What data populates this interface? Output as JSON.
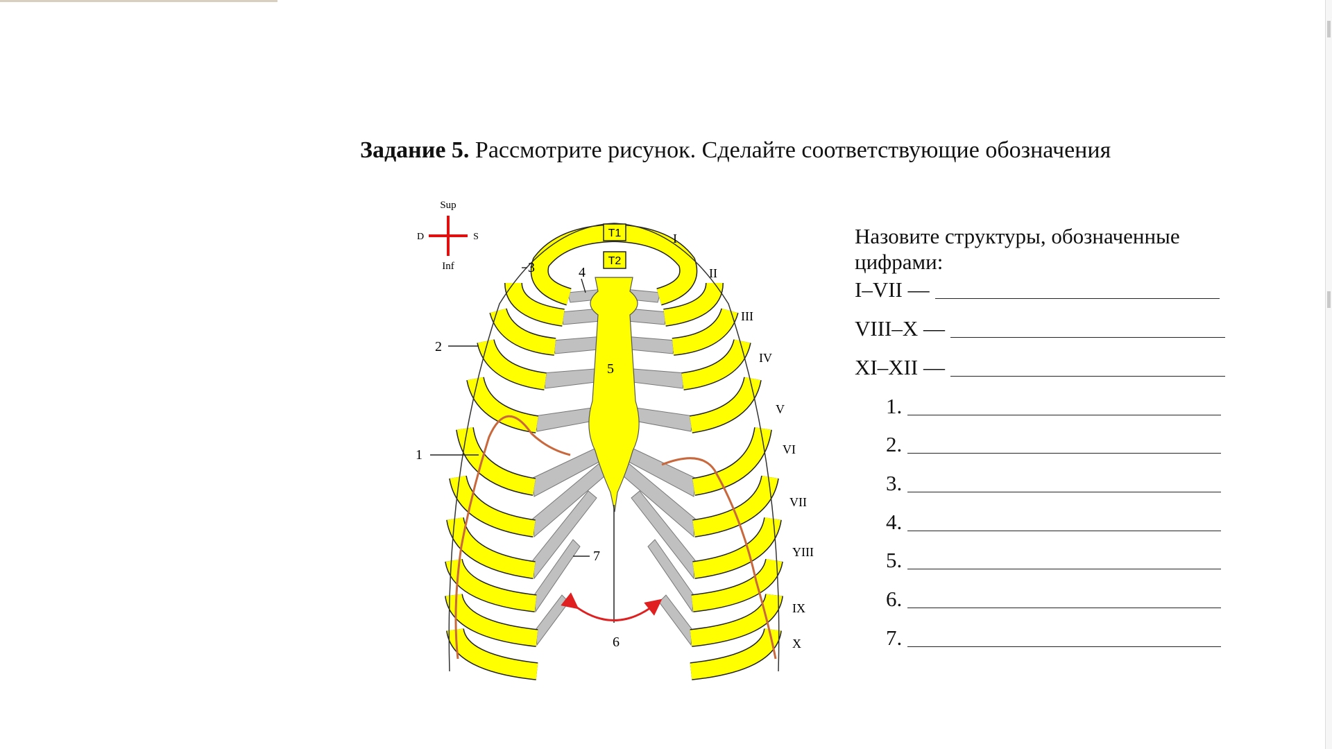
{
  "task": {
    "heading": "Задание 5.",
    "text": " Рассмотрите рисунок. Сделайте соответствующие обозначения"
  },
  "figure": {
    "orientation": {
      "sup": "Sup",
      "inf": "Inf",
      "left": "D",
      "right": "S"
    },
    "vertebra_labels": [
      "T1",
      "T2"
    ],
    "rib_numerals": [
      "I",
      "II",
      "III",
      "IV",
      "V",
      "VI",
      "VII",
      "YIII",
      "IX",
      "X"
    ],
    "callouts": [
      "1",
      "2",
      "3",
      "4",
      "5",
      "6",
      "7"
    ],
    "colors": {
      "bone": "#ffff00",
      "cartilage": "#c0c0c0",
      "artery": "#c8683c",
      "arc": "#e02020",
      "compass": "#e01010"
    }
  },
  "panel": {
    "title": "Назовите структуры, обозначенные цифрами:",
    "groups": [
      "I–VII —",
      "VIII–X —",
      "XI–XII —"
    ],
    "numbered": [
      "1.",
      "2.",
      "3.",
      "4.",
      "5.",
      "6.",
      "7."
    ]
  }
}
